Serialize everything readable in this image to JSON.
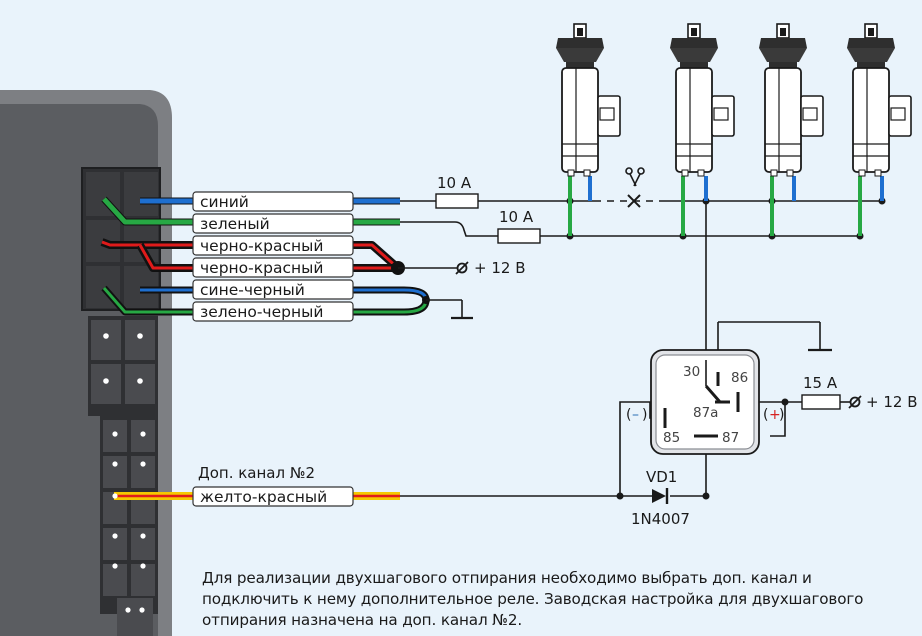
{
  "wires": [
    {
      "label": "синий"
    },
    {
      "label": "зеленый"
    },
    {
      "label": "черно-красный"
    },
    {
      "label": "черно-красный"
    },
    {
      "label": "сине-черный"
    },
    {
      "label": "зелено-черный"
    },
    {
      "label": "желто-красный"
    }
  ],
  "channel_label": "Доп. канал №2",
  "fuses": {
    "f1": "10 А",
    "f2": "10 А",
    "f3": "15 А"
  },
  "power_label_1": "+ 12 В",
  "power_label_2": "+ 12 В",
  "relay": {
    "pin30": "30",
    "pin86": "86",
    "pin87a": "87a",
    "pin85": "85",
    "pin87": "87",
    "neg": "–",
    "pos": "+"
  },
  "diode": {
    "name": "VD1",
    "part": "1N4007"
  },
  "note_lines": [
    "Для реализации двухшагового отпирания необходимо выбрать доп. канал и",
    "подключить к нему дополнительное реле. Заводская настройка для двухшагового",
    "отпирания назначена на доп. канал №2."
  ],
  "colors": {
    "blue": "#1e6fd0",
    "green": "#27a844",
    "red": "#e01b1b",
    "yellow": "#f5c800",
    "black": "#1a1a1a",
    "background": "#e9f3fb"
  }
}
